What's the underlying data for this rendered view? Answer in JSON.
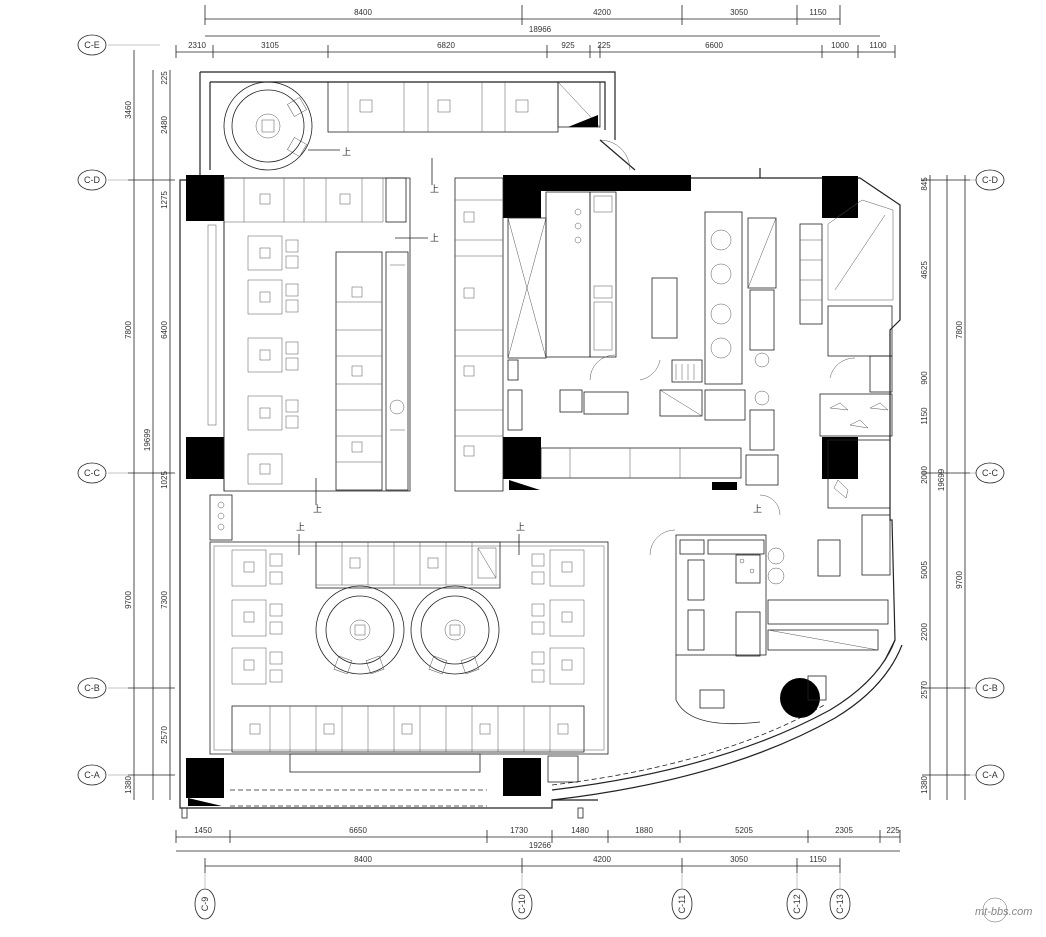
{
  "dims": {
    "top_row1": [
      "8400",
      "4200",
      "3050",
      "1150"
    ],
    "top_total": "18966",
    "top_row2": [
      "2310",
      "3105",
      "6820",
      "925",
      "225",
      "6600",
      "1000",
      "1100"
    ],
    "left_outer": [
      "3460",
      "7800",
      "9700",
      "1380"
    ],
    "left_inner": [
      "225",
      "2480",
      "1275",
      "6400",
      "1025",
      "7300",
      "2570"
    ],
    "left_total": "19699",
    "right_inner": [
      "845",
      "4625",
      "900",
      "1150",
      "2000",
      "5005",
      "2200",
      "2570",
      "1380"
    ],
    "right_outer": [
      "7800",
      "9700"
    ],
    "right_total": "19699",
    "bottom_row1": [
      "1450",
      "6650",
      "1730",
      "1480",
      "1880",
      "5205",
      "2305",
      "225"
    ],
    "bottom_total": "19266",
    "bottom_row2": [
      "8400",
      "4200",
      "3050",
      "1150"
    ]
  },
  "axes": {
    "left": [
      "C-E",
      "C-D",
      "C-C",
      "C-B",
      "C-A"
    ],
    "right": [
      "C-D",
      "C-C",
      "C-B",
      "C-A"
    ],
    "bottom": [
      "C-9",
      "C-10",
      "C-11",
      "C-12",
      "C-13"
    ]
  },
  "annotations": {
    "up_marks": [
      "上",
      "上",
      "上",
      "上",
      "上",
      "上",
      "上"
    ]
  },
  "watermark": "mt-bbs.com"
}
